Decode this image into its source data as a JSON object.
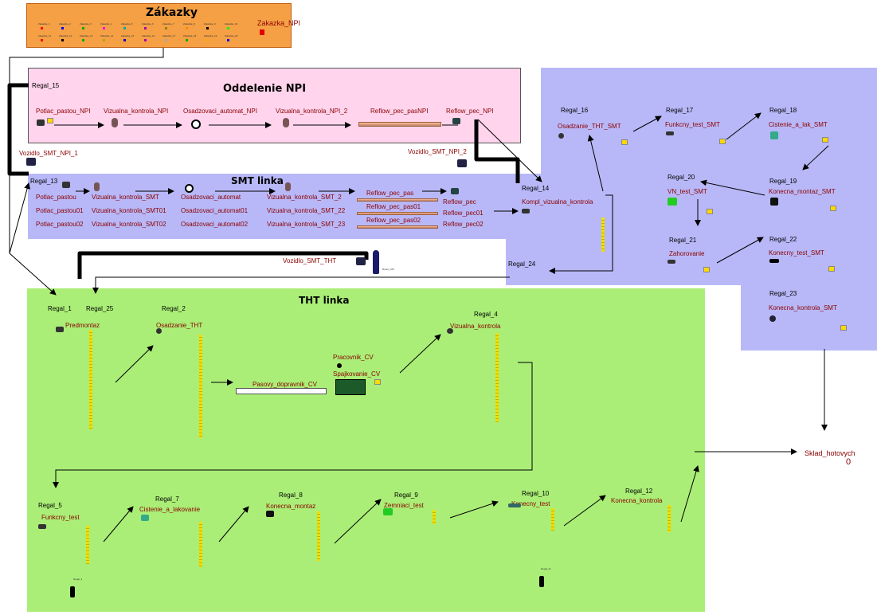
{
  "zakazky": {
    "title": "Zákazky",
    "npi_label": "Zakazka_NPI",
    "order_labels": [
      "Zakazka_1",
      "Zakazka_2",
      "Zakazka_3",
      "Zakazka_4",
      "Zakazka_5",
      "Zakazka_6",
      "Zakazka_7",
      "Zakazka_8",
      "Zakazka_9",
      "Zakazka_10",
      "Zakazka_11",
      "Zakazka_12",
      "Zakazka_13",
      "Zakazka_14",
      "Zakazka_15",
      "Zakazka_16",
      "Zakazka_17",
      "Zakazka_18",
      "Zakazka_19",
      "Zakazka_20"
    ],
    "order_colors": [
      "#ff0000",
      "#0000ff",
      "#00aa00",
      "#ff00ff",
      "#00aaaa",
      "#aa00aa",
      "#888800",
      "#ff8800",
      "#000000",
      "#00ff00",
      "#ff0000",
      "#000000",
      "#00aa00",
      "#aaaa00",
      "#0000aa",
      "#aa00aa",
      "#aaaaaa",
      "#00aa00",
      "#ffaa00",
      "#0000ff"
    ]
  },
  "npi": {
    "title": "Oddelenie NPI",
    "regal": "Regal_15",
    "stations": [
      "Potlac_pastou_NPI",
      "Vizualna_kontrola_NPI",
      "Osadzovaci_automat_NPI",
      "Vizualna_kontrola_NPI_2",
      "Reflow_pec_pasNPI",
      "Reflow_pec_NPI"
    ],
    "vehicle_left": "Vozidlo_SMT_NPI_1",
    "vehicle_right": "Vozidlo_SMT_NPI_2"
  },
  "smt": {
    "title": "SMT linka",
    "regal": "Regal_13",
    "col1": [
      "Potlac_pastou",
      "Potlac_pastou01",
      "Potlac_pastou02"
    ],
    "col2": [
      "Vizualna_kontrola_SMT",
      "Vizualna_kontrola_SMT01",
      "Vizualna_kontrola_SMT02"
    ],
    "col3": [
      "Osadzovaci_automat",
      "Osadzovaci_automat01",
      "Osadzovaci_automat02"
    ],
    "col4": [
      "Vizualna_kontrola_SMT_2",
      "Vizualna_kontrola_SMT_22",
      "Vizualna_kontrola_SMT_23"
    ],
    "col5": [
      "Reflow_pec_pas",
      "Reflow_pec_pas01",
      "Reflow_pec_pas02"
    ],
    "col6": [
      "Reflow_pec",
      "Reflow_pec01",
      "Reflow_pec02"
    ],
    "vehicle": "Vozidlo_SMT_THT",
    "worker_small": "Robot_NPI"
  },
  "right": {
    "regal_14": "Regal_14",
    "kompl": "Kompl_vizualna_kontrola",
    "regal_16": "Regal_16",
    "osadzanie": "Osadzanie_THT_SMT",
    "regal_17": "Regal_17",
    "funkcny": "Funkcny_test_SMT",
    "regal_18": "Regal_18",
    "cistenie": "Cistenie_a_lak_SMT",
    "regal_19": "Regal_19",
    "konecna_montaz": "Konecna_montaz_SMT",
    "regal_20": "Regal_20",
    "vn_test": "VN_test_SMT",
    "regal_21": "Regal_21",
    "zahorovanie": "Zahorovanie",
    "regal_22": "Regal_22",
    "konecny_test": "Konecny_test_SMT",
    "regal_23": "Regal_23",
    "konecna_kontrola": "Konecna_kontrola_SMT",
    "regal_24": "Regal_24"
  },
  "tht": {
    "title": "THT linka",
    "regal_1": "Regal_1",
    "regal_25": "Regal_25",
    "predmontaz": "Predmontaz",
    "regal_2": "Regal_2",
    "osadzanie": "Osadzanie_THT",
    "pasovy": "Pasovy_dopravnik_CV",
    "pracovnik": "Pracovnik_CV",
    "spajkovanie": "Spajkovanie_CV",
    "regal_4": "Regal_4",
    "vizualna": "Vizualna_kontrola",
    "regal_5": "Regal_5",
    "funkcny": "Funkcny_test",
    "regal_7": "Regal_7",
    "cistenie": "Cistenie_a_lakovanie",
    "regal_8": "Regal_8",
    "konecna_montaz": "Konecna_montaz",
    "regal_9": "Regal_9",
    "zemniaci": "Zemniaci_test",
    "regal_10": "Regal_10",
    "konecny_test": "Konecny_test",
    "regal_12": "Regal_12",
    "konecna_kontrola": "Konecna_kontrola",
    "worker_a": "Regal_3",
    "worker_b": "Regal_11"
  },
  "sklad": {
    "label": "Sklad_hotovych",
    "count": "0"
  },
  "colors": {
    "zakazky_bg": "#f5a045",
    "npi_bg": "#ffd4ec",
    "smt_bg": "#b8b8f8",
    "tht_bg": "#aaee77"
  }
}
